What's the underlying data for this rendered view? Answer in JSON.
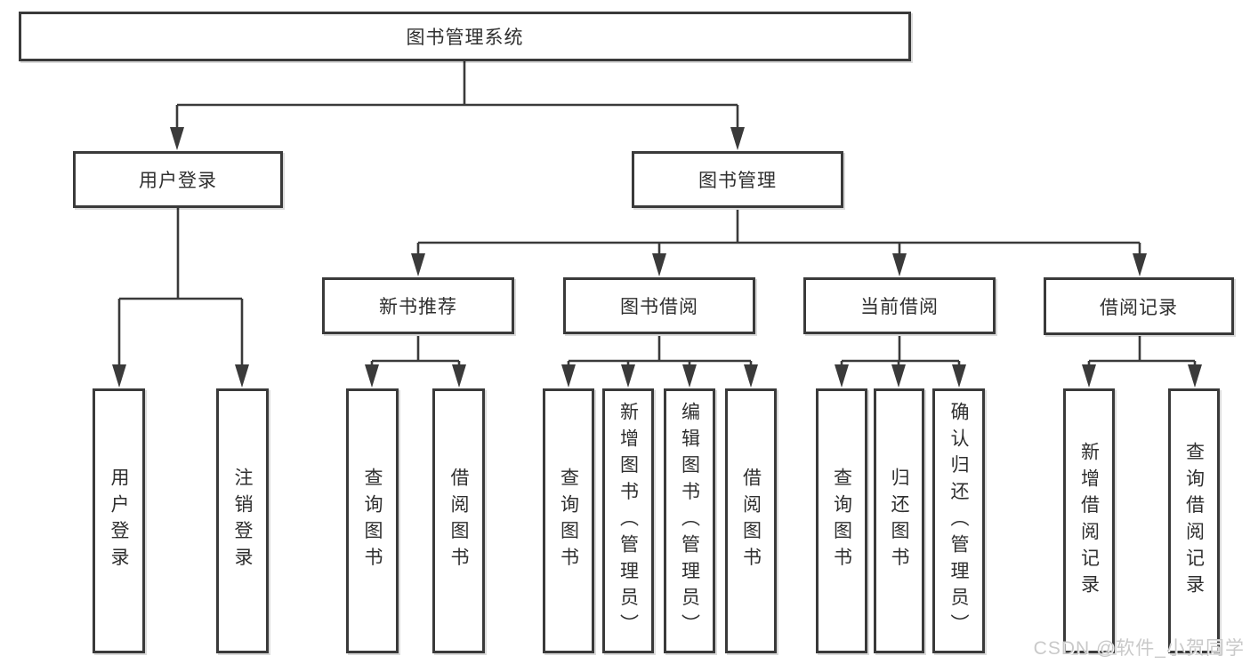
{
  "diagram": {
    "tree": {
      "label": "图书管理系统",
      "children": [
        {
          "label": "用户登录",
          "children": [
            {
              "label": "用户登录"
            },
            {
              "label": "注销登录"
            }
          ]
        },
        {
          "label": "图书管理",
          "children": [
            {
              "label": "新书推荐",
              "children": [
                {
                  "label": "查询图书"
                },
                {
                  "label": "借阅图书"
                }
              ]
            },
            {
              "label": "图书借阅",
              "children": [
                {
                  "label": "查询图书"
                },
                {
                  "label": "新增图书（管理员）"
                },
                {
                  "label": "编辑图书（管理员）"
                },
                {
                  "label": "借阅图书"
                }
              ]
            },
            {
              "label": "当前借阅",
              "children": [
                {
                  "label": "查询图书"
                },
                {
                  "label": "归还图书"
                },
                {
                  "label": "确认归还（管理员）"
                }
              ]
            },
            {
              "label": "借阅记录",
              "children": [
                {
                  "label": "新增借阅记录"
                },
                {
                  "label": "查询借阅记录"
                }
              ]
            }
          ]
        }
      ]
    },
    "colors": {
      "line": "#3a3a3a",
      "box_border": "#3a3a3a",
      "box_fill": "#ffffff",
      "text": "#2f2f2f",
      "watermark": "#c9c9c9",
      "background": "#ffffff"
    }
  },
  "watermark": "CSDN @软件_小贺同学"
}
